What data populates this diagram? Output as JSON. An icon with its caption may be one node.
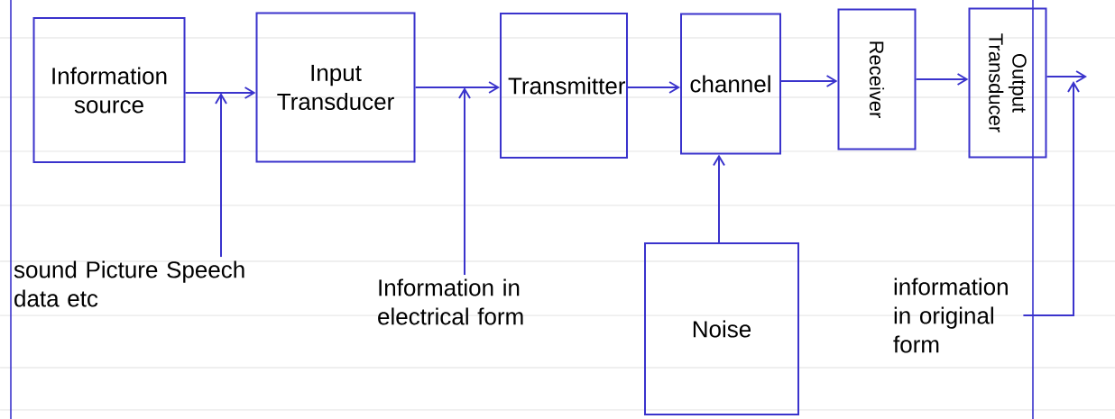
{
  "diagram": {
    "nodes": [
      {
        "text": [
          "Information source"
        ]
      },
      {
        "text": [
          "Input Transducer"
        ]
      },
      {
        "text": [
          "Transmitter"
        ]
      },
      {
        "text": [
          "channel"
        ]
      },
      {
        "text": [
          "Receiver"
        ]
      },
      {
        "text": [
          "Output Transducer"
        ]
      },
      {
        "text": [
          "sound Picture Speech data etc"
        ]
      },
      {
        "text": [
          "Information in electrical form"
        ]
      },
      {
        "text": [
          "Noise"
        ]
      },
      {
        "text": [
          "information in original form"
        ]
      }
    ],
    "edges": [
      {
        "from": 0,
        "to": 1,
        "arrow": "to"
      },
      {
        "from": 1,
        "to": 2,
        "arrow": "to"
      },
      {
        "from": 2,
        "to": 3,
        "arrow": "to"
      },
      {
        "from": 3,
        "to": 4,
        "arrow": "to"
      },
      {
        "from": 4,
        "to": 5,
        "arrow": "to"
      },
      {
        "from": 5,
        "to": null,
        "arrow": "to"
      },
      {
        "from": 6,
        "to": null,
        "arrow": "to"
      },
      {
        "from": 7,
        "to": null,
        "arrow": "to"
      },
      {
        "from": 8,
        "to": 3,
        "arrow": "to"
      },
      {
        "from": 9,
        "to": null,
        "arrow": "to"
      }
    ]
  }
}
